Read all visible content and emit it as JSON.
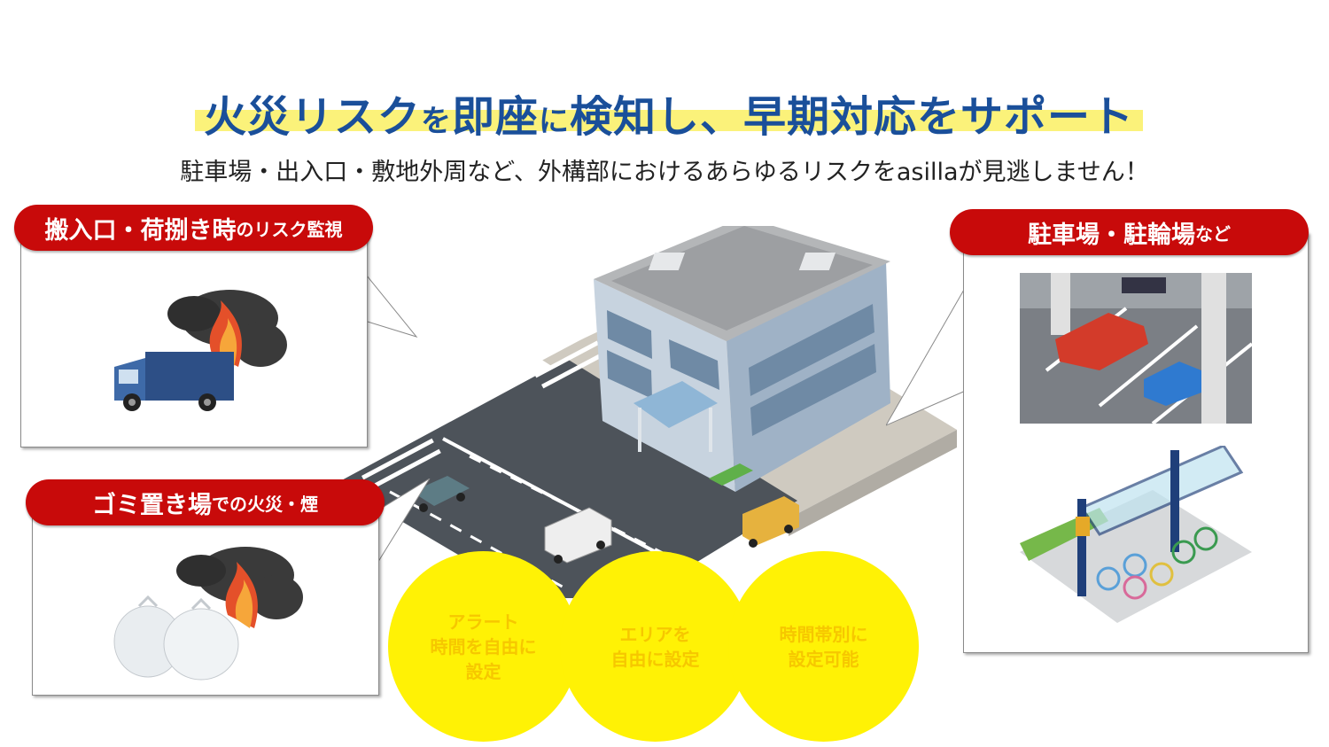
{
  "title": {
    "part1": "火災リスク",
    "part2": "を",
    "part3": "即座",
    "part4": "に",
    "part5": "検知し、早期対応をサポート"
  },
  "subtitle": "駐車場・出入口・敷地外周など、外構部におけるあらゆるリスクをasillaが見逃しません！",
  "callouts": {
    "loading": {
      "label_main": "搬入口・荷捌き時",
      "label_sub": "のリスク監視"
    },
    "garbage": {
      "label_main": "ゴミ置き場",
      "label_sub": "での火災・煙"
    },
    "parking": {
      "label_main": "駐車場・駐輪場",
      "label_sub": "など"
    }
  },
  "features": [
    {
      "line1": "アラート",
      "line2": "時間を自由に",
      "line3": "設定"
    },
    {
      "line1": "エリアを",
      "line2": "自由に設定",
      "line3": ""
    },
    {
      "line1": "時間帯別に",
      "line2": "設定可能",
      "line3": ""
    }
  ],
  "colors": {
    "title": "#1a4f9a",
    "highlight": "#fbf27a",
    "pill": "#c80a0a",
    "circle": "#fff205",
    "circle_text": "#f6c700"
  }
}
